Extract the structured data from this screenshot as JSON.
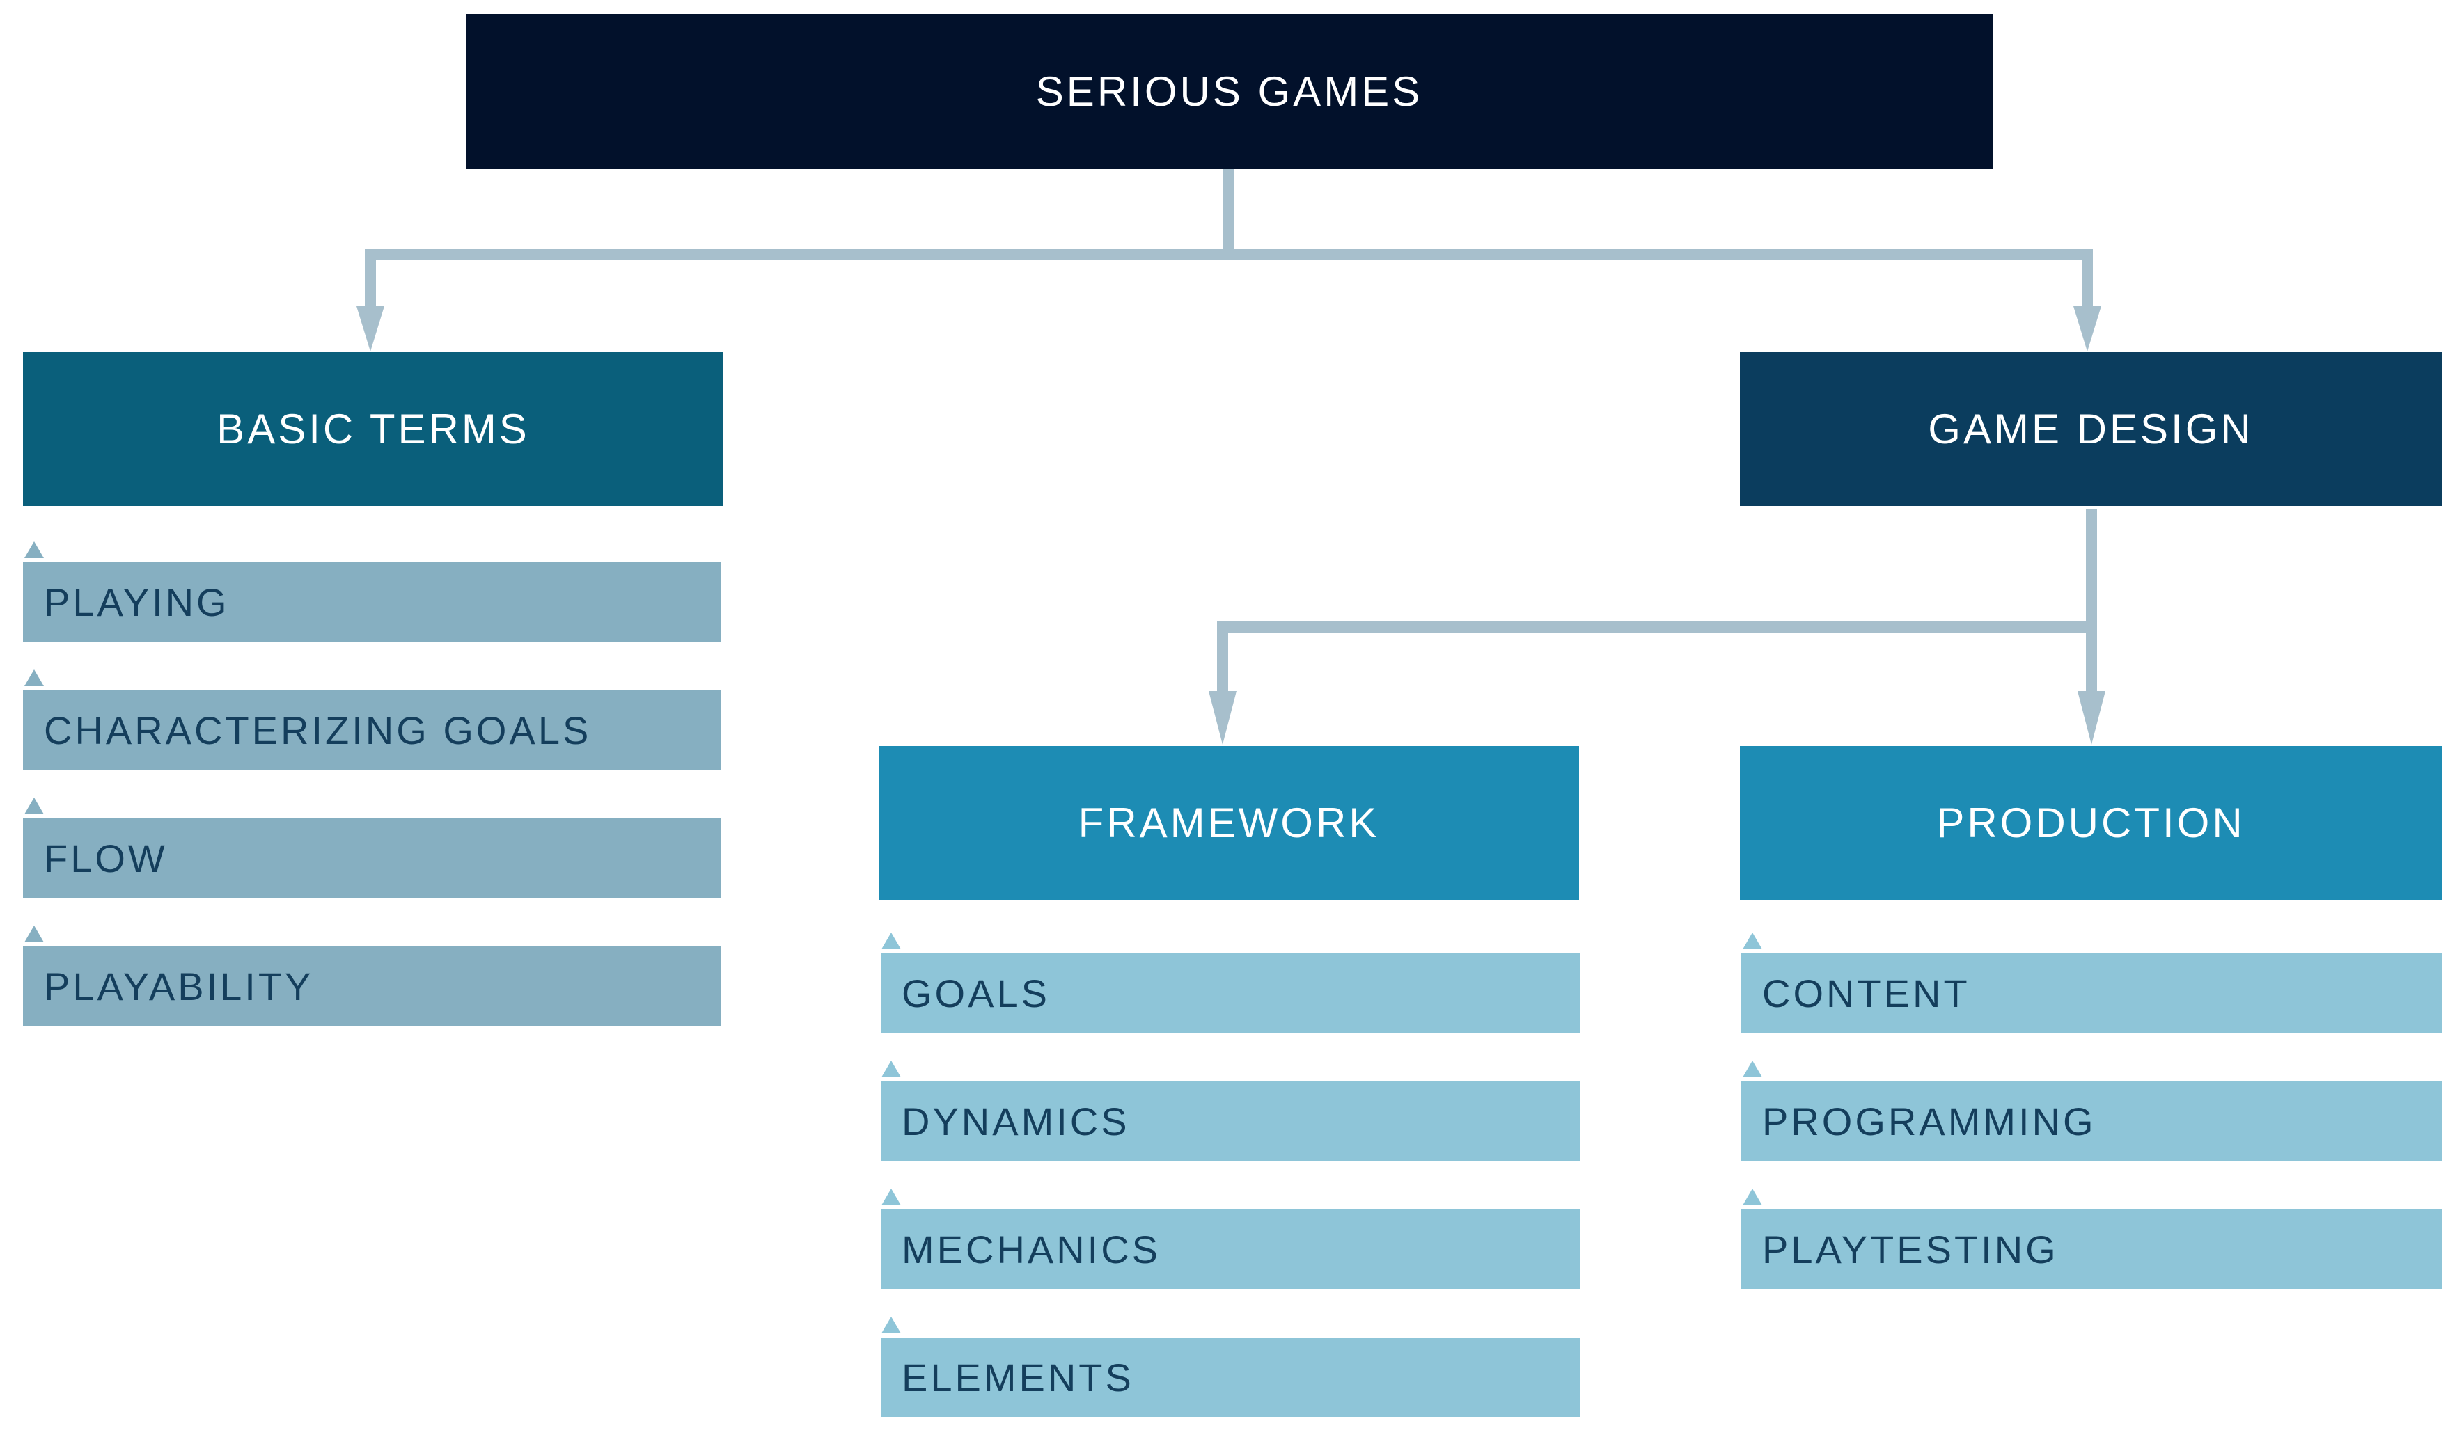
{
  "colors": {
    "root_bg": "#02112b",
    "basic_terms_bg": "#0a5f7b",
    "game_design_bg": "#0b3d5e",
    "framework_bg": "#1d8cb4",
    "production_bg": "#1d8cb4",
    "basic_item_bg": "#86afc1",
    "light_item_bg": "#8ec5d8",
    "item_text": "#143e5c",
    "connector": "#a7bfcc"
  },
  "root": {
    "label": "SERIOUS GAMES"
  },
  "basic_terms": {
    "label": "BASIC TERMS",
    "items": [
      "PLAYING",
      "CHARACTERIZING GOALS",
      "FLOW",
      "PLAYABILITY"
    ]
  },
  "game_design": {
    "label": "GAME DESIGN"
  },
  "framework": {
    "label": "FRAMEWORK",
    "items": [
      "GOALS",
      "DYNAMICS",
      "MECHANICS",
      "ELEMENTS"
    ]
  },
  "production": {
    "label": "PRODUCTION",
    "items": [
      "CONTENT",
      "PROGRAMMING",
      "PLAYTESTING"
    ]
  }
}
